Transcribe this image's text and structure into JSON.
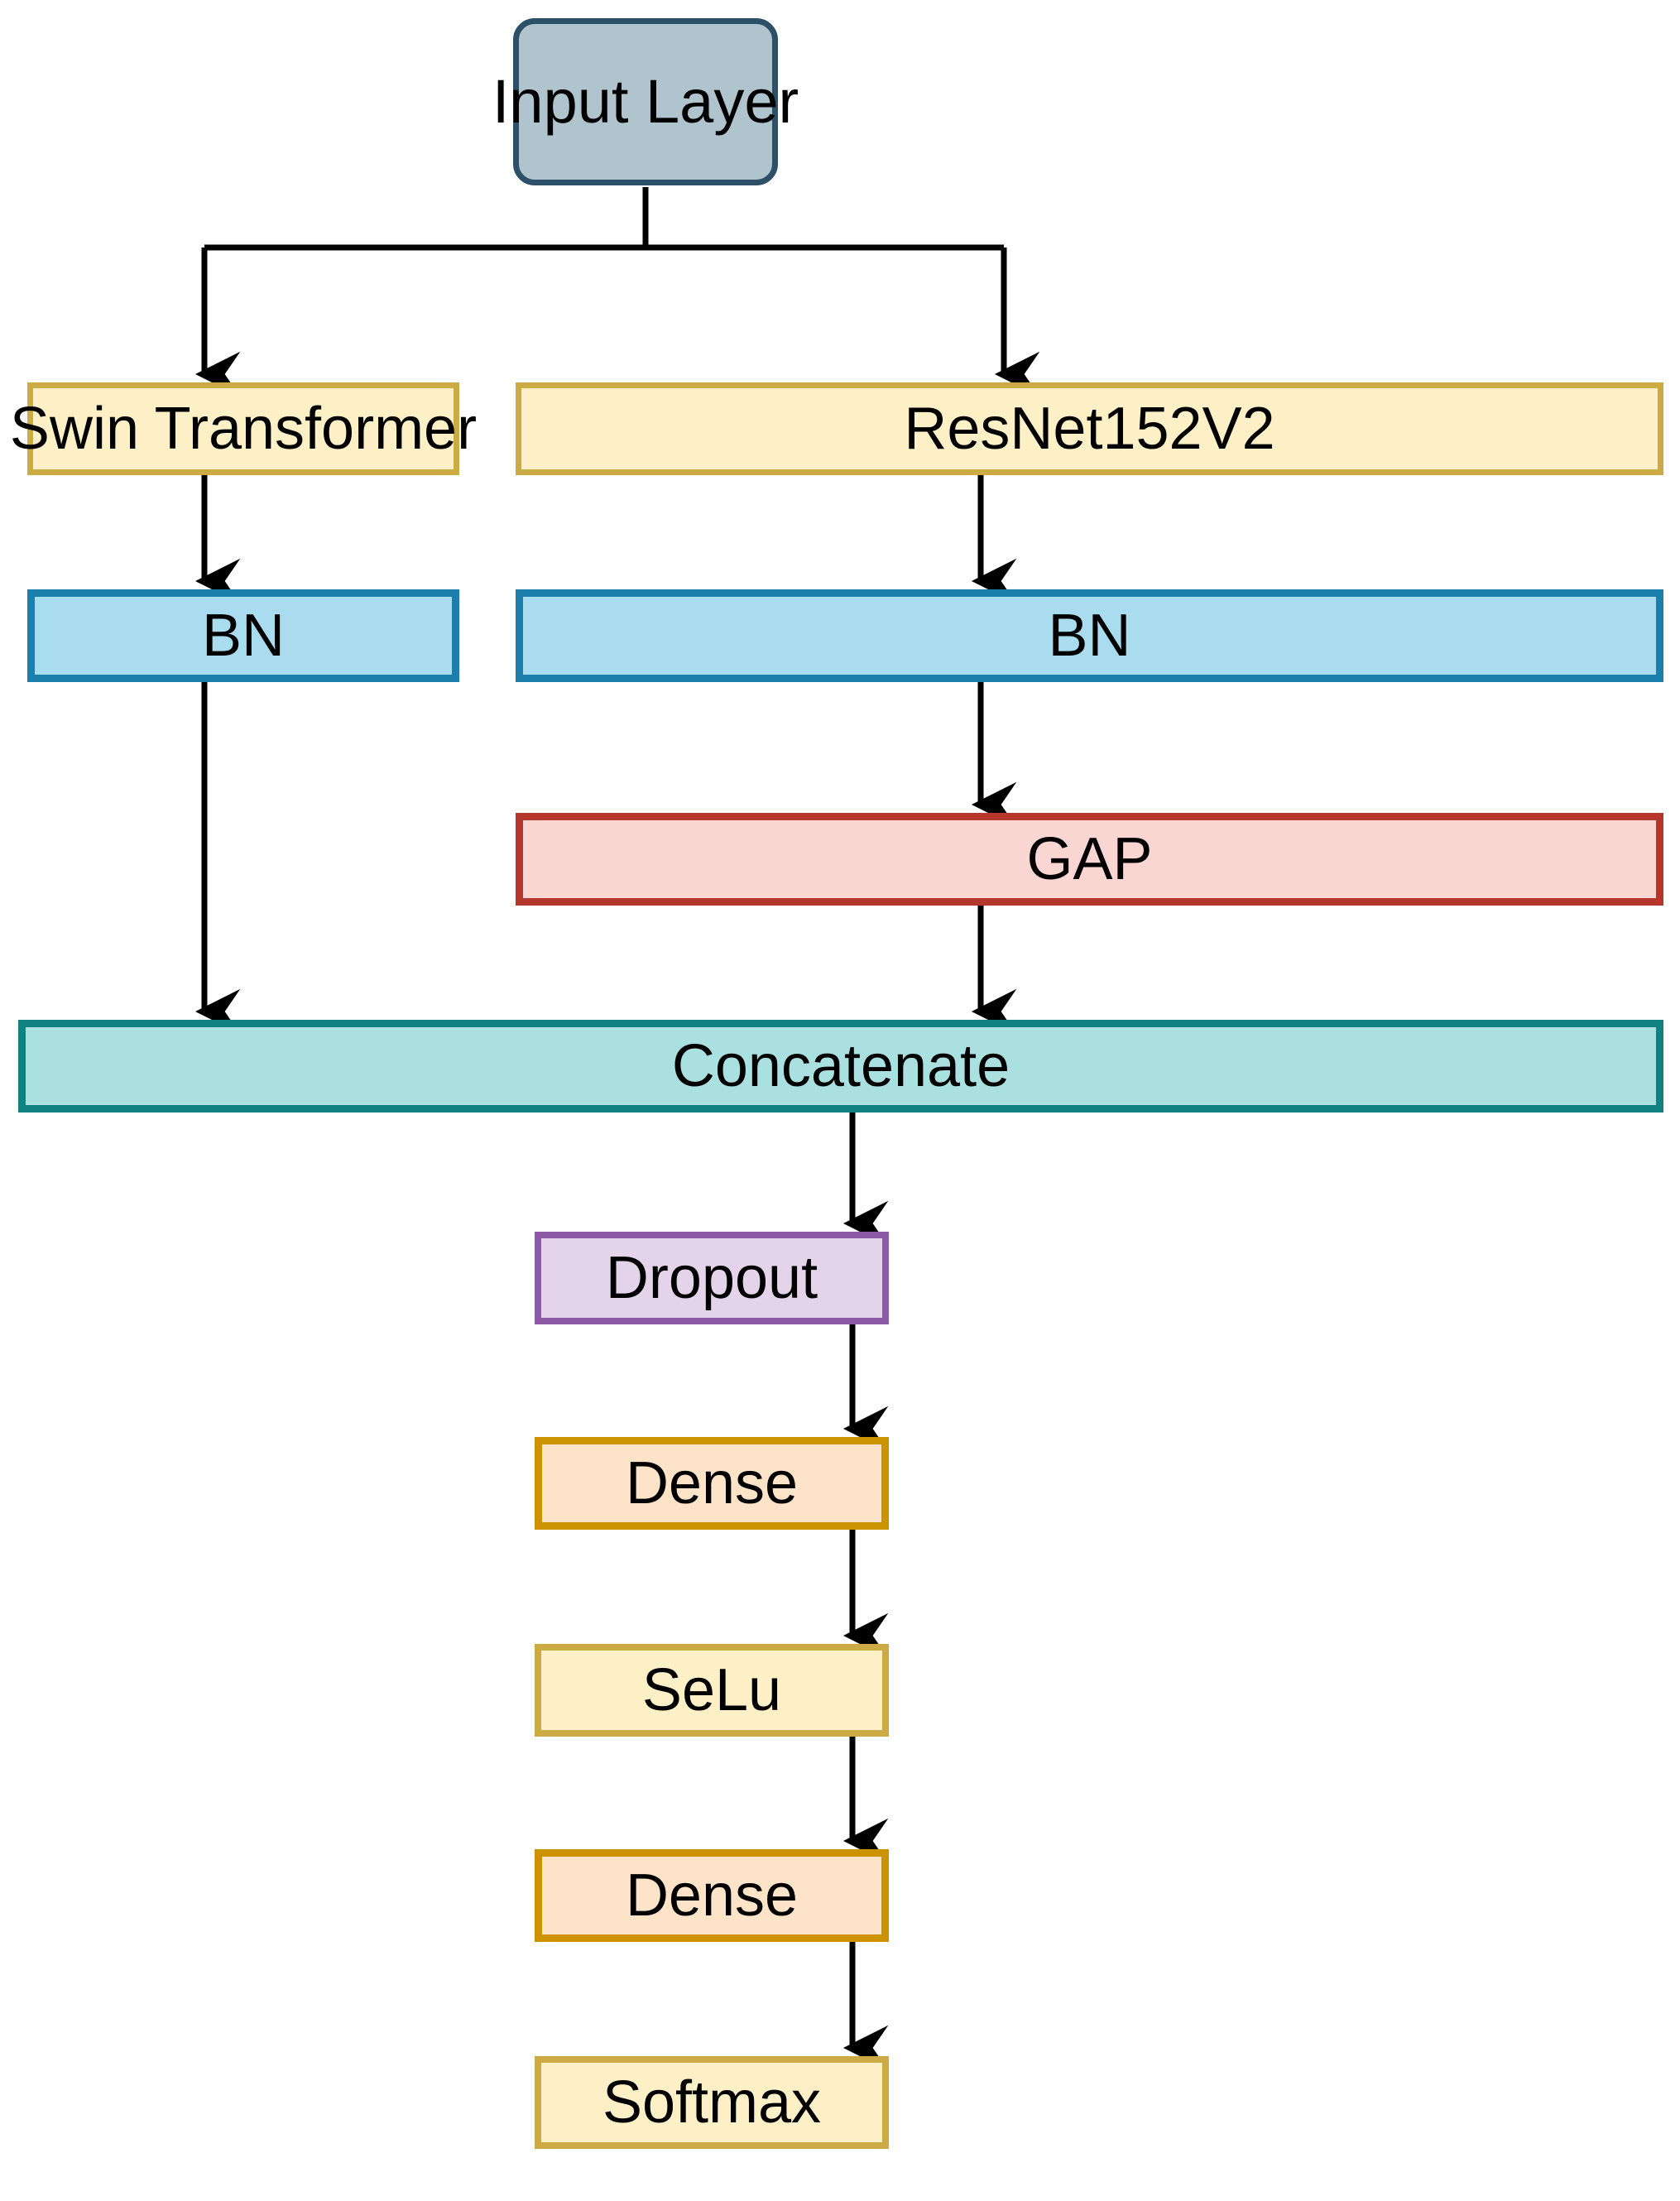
{
  "diagram": {
    "title": "Neural network architecture flow diagram",
    "type": "flowchart",
    "background": "#ffffff",
    "edge_color": "#000000",
    "nodes": [
      {
        "id": "input",
        "label": "Input Layer",
        "fill": "#b0c4ce",
        "stroke": "#2c5068",
        "shape": "rounded-rect"
      },
      {
        "id": "swin",
        "label": "Swin Transformer",
        "fill": "#fdf0c6",
        "stroke": "#ccaa44",
        "shape": "rect"
      },
      {
        "id": "resnet",
        "label": "ResNet152V2",
        "fill": "#fdf0c6",
        "stroke": "#ccaa44",
        "shape": "rect"
      },
      {
        "id": "bn_left",
        "label": "BN",
        "fill": "#aadcf0",
        "stroke": "#1b7fab",
        "shape": "rect"
      },
      {
        "id": "bn_right",
        "label": "BN",
        "fill": "#aadcf0",
        "stroke": "#1b7fab",
        "shape": "rect"
      },
      {
        "id": "gap",
        "label": "GAP",
        "fill": "#f9d6d2",
        "stroke": "#b4362c",
        "shape": "rect"
      },
      {
        "id": "concat",
        "label": "Concatenate",
        "fill": "#aae0e0",
        "stroke": "#108080",
        "shape": "rect"
      },
      {
        "id": "dropout",
        "label": "Dropout",
        "fill": "#e4d4ea",
        "stroke": "#8d5ba6",
        "shape": "rect"
      },
      {
        "id": "dense1",
        "label": "Dense",
        "fill": "#fde4c8",
        "stroke": "#cc9200",
        "shape": "rect"
      },
      {
        "id": "selu",
        "label": "SeLu",
        "fill": "#fdf0c6",
        "stroke": "#ccaa44",
        "shape": "rect"
      },
      {
        "id": "dense2",
        "label": "Dense",
        "fill": "#fde4c8",
        "stroke": "#cc9200",
        "shape": "rect"
      },
      {
        "id": "softmax",
        "label": "Softmax",
        "fill": "#fdf0c6",
        "stroke": "#ccaa44",
        "shape": "rect"
      }
    ],
    "edges": [
      {
        "from": "input",
        "to": "swin",
        "style": "elbow-arrow"
      },
      {
        "from": "input",
        "to": "resnet",
        "style": "elbow-arrow"
      },
      {
        "from": "swin",
        "to": "bn_left",
        "style": "straight-arrow"
      },
      {
        "from": "resnet",
        "to": "bn_right",
        "style": "straight-arrow"
      },
      {
        "from": "bn_right",
        "to": "gap",
        "style": "straight-arrow"
      },
      {
        "from": "bn_left",
        "to": "concat",
        "style": "straight-arrow"
      },
      {
        "from": "gap",
        "to": "concat",
        "style": "straight-arrow"
      },
      {
        "from": "concat",
        "to": "dropout",
        "style": "straight-arrow"
      },
      {
        "from": "dropout",
        "to": "dense1",
        "style": "straight-arrow"
      },
      {
        "from": "dense1",
        "to": "selu",
        "style": "straight-arrow"
      },
      {
        "from": "selu",
        "to": "dense2",
        "style": "straight-arrow"
      },
      {
        "from": "dense2",
        "to": "softmax",
        "style": "straight-arrow"
      }
    ]
  }
}
